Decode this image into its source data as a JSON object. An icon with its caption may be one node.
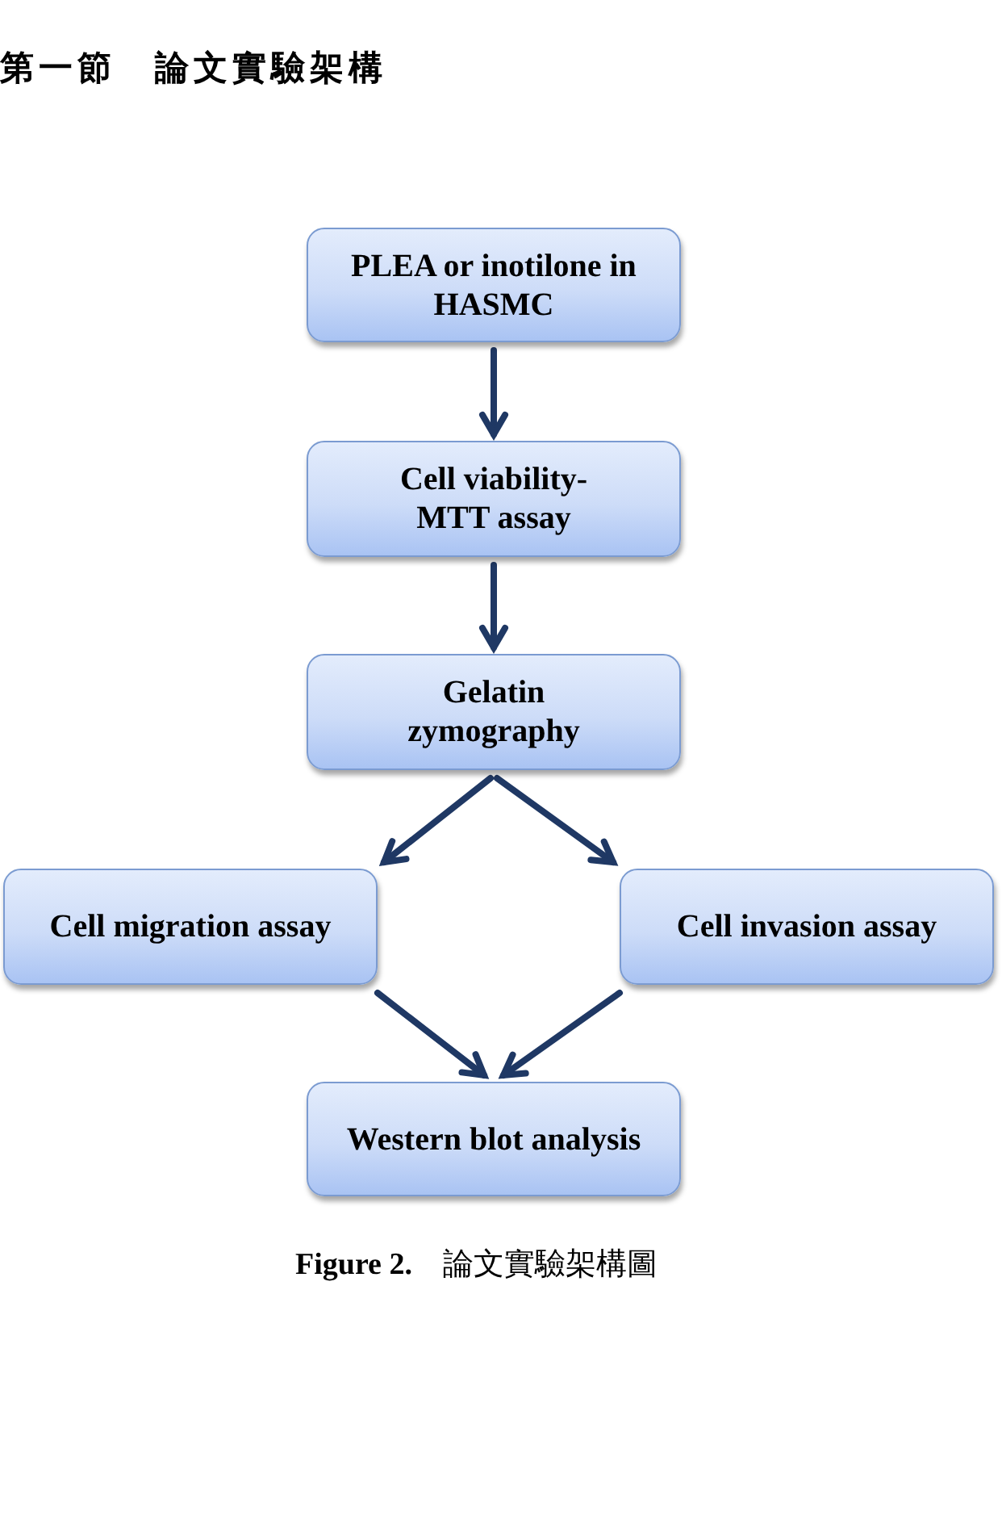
{
  "diagram": {
    "title": "第一節　論文實驗架構",
    "caption": "**Figure 2.**　論文實驗架構圖",
    "nodes": [
      {
        "text": [
          "PLEA or inotilone in HASMC"
        ]
      },
      {
        "text": [
          "Cell viability- MTT assay"
        ]
      },
      {
        "text": [
          "Gelatin zymography"
        ]
      },
      {
        "text": [
          "Cell migration assay"
        ]
      },
      {
        "text": [
          "Cell invasion assay"
        ]
      },
      {
        "text": [
          "Western blot analysis"
        ]
      }
    ],
    "edges": [
      {
        "from": 0,
        "to": 1,
        "arrow": "to"
      },
      {
        "from": 1,
        "to": 2,
        "arrow": "to"
      },
      {
        "from": 2,
        "to": 3,
        "arrow": "to"
      },
      {
        "from": 2,
        "to": 4,
        "arrow": "to"
      },
      {
        "from": 3,
        "to": 5,
        "arrow": "to"
      },
      {
        "from": 4,
        "to": 5,
        "arrow": "to"
      }
    ]
  }
}
